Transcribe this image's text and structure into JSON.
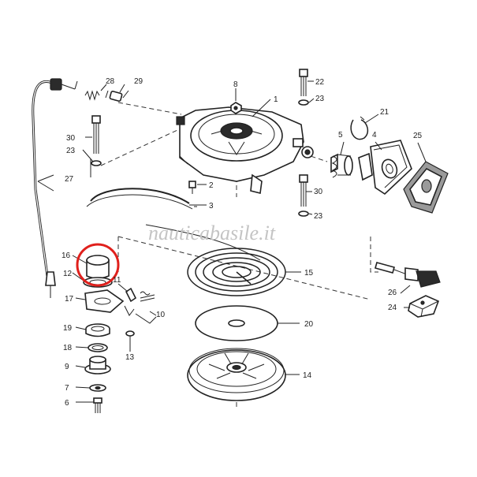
{
  "watermark": "nauticabasile.it",
  "highlight_color": "#e0201c",
  "part_labels": {
    "p1": "1",
    "p2": "2",
    "p3": "3",
    "p4": "4",
    "p5": "5",
    "p6": "6",
    "p7": "7",
    "p8": "8",
    "p9": "9",
    "p10": "10",
    "p11": "11",
    "p12": "12",
    "p13": "13",
    "p14": "14",
    "p15": "15",
    "p16": "16",
    "p17": "17",
    "p18": "18",
    "p19": "19",
    "p20": "20",
    "p21": "21",
    "p22": "22",
    "p23a": "23",
    "p23b": "23",
    "p23c": "23",
    "p24": "24",
    "p25": "25",
    "p26": "26",
    "p27": "27",
    "p28": "28",
    "p29": "29",
    "p30a": "30",
    "p30b": "30"
  }
}
